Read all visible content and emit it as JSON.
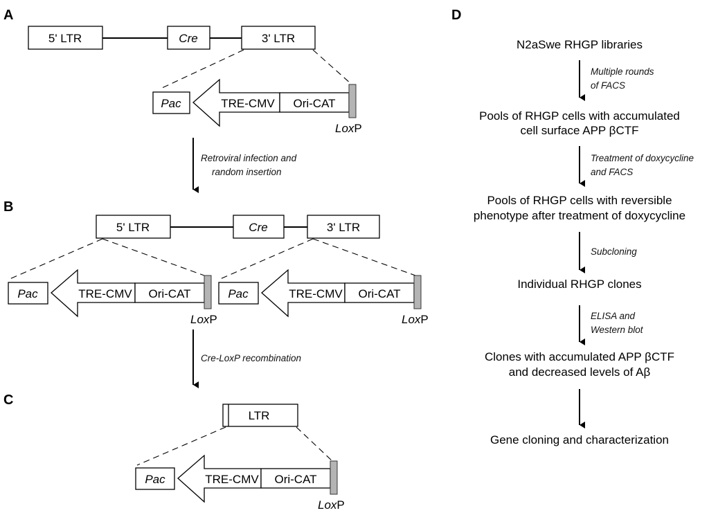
{
  "panels": {
    "a": "A",
    "b": "B",
    "c": "C",
    "d": "D"
  },
  "genes": {
    "ltr5": "5' LTR",
    "cre": "Cre",
    "ltr3": "3' LTR",
    "ltr": "LTR",
    "pac": "Pac",
    "tre": "TRE-CMV",
    "ori": "Ori-CAT",
    "lox_italic": "Lox",
    "lox_plain": "P"
  },
  "steps": {
    "ab_line1": "Retroviral infection and",
    "ab_line2": "random insertion",
    "bc_line1": "Cre-LoxP recombination"
  },
  "flowchart": {
    "nodes": [
      {
        "lines": [
          "N2aSwe RHGP libraries"
        ]
      },
      {
        "lines": [
          "Pools of RHGP cells with accumulated",
          "cell surface APP βCTF"
        ]
      },
      {
        "lines": [
          "Pools of RHGP cells with reversible",
          "phenotype after treatment of doxycycline"
        ]
      },
      {
        "lines": [
          "Individual RHGP clones"
        ]
      },
      {
        "lines": [
          "Clones with accumulated APP βCTF",
          "and decreased levels of Aβ"
        ]
      },
      {
        "lines": [
          "Gene cloning and characterization"
        ]
      }
    ],
    "edges": [
      {
        "lines": [
          "Multiple rounds",
          "of FACS"
        ]
      },
      {
        "lines": [
          "Treatment of doxycycline",
          "and FACS"
        ]
      },
      {
        "lines": [
          "Subcloning"
        ]
      },
      {
        "lines": [
          "ELISA and",
          "Western blot"
        ]
      },
      {
        "lines": []
      }
    ]
  }
}
